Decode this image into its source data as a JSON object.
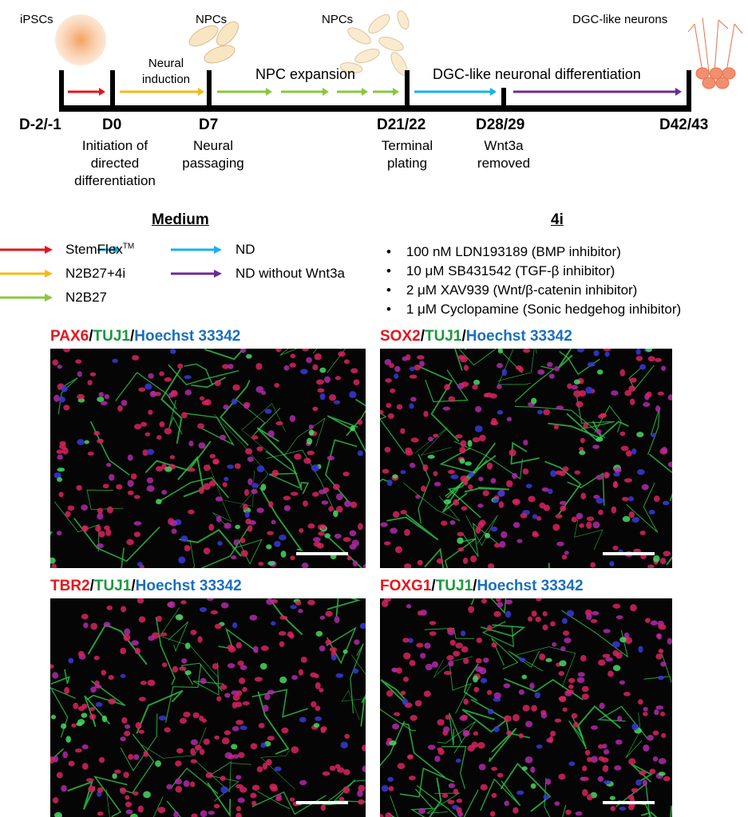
{
  "timeline": {
    "stages_top": {
      "ipscs": "iPSCs",
      "npcs_1": "NPCs",
      "npcs_2": "NPCs",
      "dgc_neurons": "DGC-like neurons"
    },
    "phases": {
      "neural_induction": "Neural induction",
      "npc_expansion": "NPC expansion",
      "dgc_differentiation": "DGC-like neuronal differentiation"
    },
    "days": [
      {
        "label": "D-2/-1",
        "note": ""
      },
      {
        "label": "D0",
        "note": "Initiation of directed differentiation"
      },
      {
        "label": "D7",
        "note": "Neural passaging"
      },
      {
        "label": "D21/22",
        "note": "Terminal plating"
      },
      {
        "label": "D28/29",
        "note": "Wnt3a removed"
      },
      {
        "label": "D42/43",
        "note": ""
      }
    ],
    "note_lines": {
      "d0": [
        "Initiation of",
        "directed",
        "differentiation"
      ],
      "d7": [
        "Neural",
        "passaging"
      ],
      "d21": [
        "Terminal",
        "plating"
      ],
      "d28": [
        "Wnt3a",
        "removed"
      ]
    }
  },
  "medium": {
    "title": "Medium",
    "items": [
      {
        "label": "StemFlex",
        "sup": "TM",
        "color": "#e8141b"
      },
      {
        "label": "N2B27+4i",
        "color": "#f5b914"
      },
      {
        "label": "N2B27",
        "color": "#8cc63f"
      },
      {
        "label": "ND",
        "color": "#1ab0ea"
      },
      {
        "label": "ND without Wnt3a",
        "color": "#6a2c91"
      }
    ]
  },
  "inhibitors": {
    "title": "4i",
    "items": [
      "100 nM LDN193189 (BMP inhibitor)",
      "10 μM SB431542 (TGF-β inhibitor)",
      "2 μM XAV939 (Wnt/β-catenin inhibitor)",
      "1 μM Cyclopamine (Sonic hedgehog inhibitor)"
    ]
  },
  "panels": [
    {
      "marker": "PAX6",
      "sep1": "/",
      "tuj": "TUJ1",
      "sep2": "/",
      "nuc": "Hoechst 33342"
    },
    {
      "marker": "SOX2",
      "sep1": "/",
      "tuj": "TUJ1",
      "sep2": "/",
      "nuc": "Hoechst 33342"
    },
    {
      "marker": "TBR2",
      "sep1": "/",
      "tuj": "TUJ1",
      "sep2": "/",
      "nuc": "Hoechst 33342"
    },
    {
      "marker": "FOXG1",
      "sep1": "/",
      "tuj": "TUJ1",
      "sep2": "/",
      "nuc": "Hoechst 33342"
    }
  ],
  "colors": {
    "red": "#e8141b",
    "green": "#1a9a3a",
    "blue": "#1a6fc0"
  }
}
